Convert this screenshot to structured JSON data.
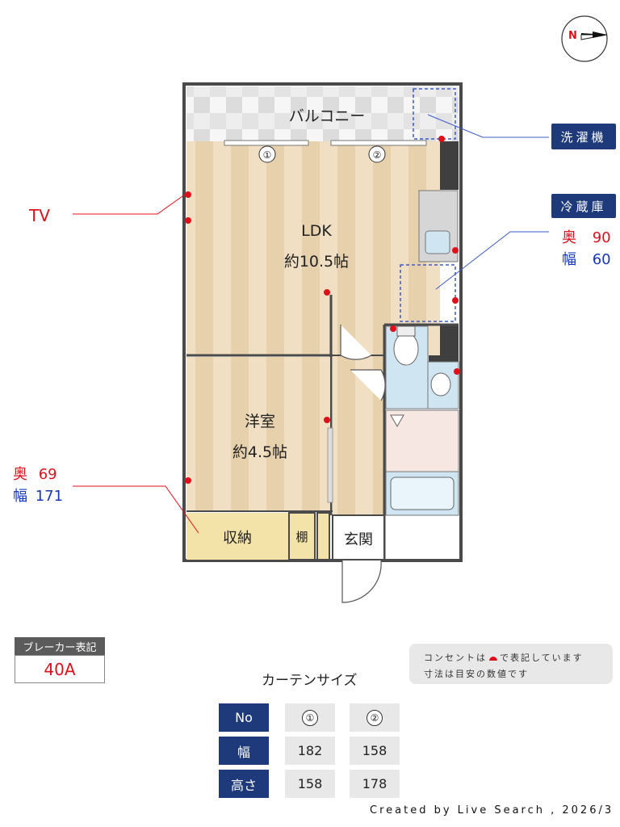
{
  "compass": {
    "letter": "N",
    "icon": "north-arrow-icon"
  },
  "rooms": {
    "balcony": "バルコニー",
    "ldk_name": "LDK",
    "ldk_size": "約10.5帖",
    "western_name": "洋室",
    "western_size": "約4.5帖",
    "storage": "収納",
    "shelf": "棚",
    "entrance": "玄関"
  },
  "window_markers": [
    "①",
    "②"
  ],
  "callouts": {
    "washer": "洗濯機",
    "fridge": "冷蔵庫",
    "fridge_depth_label": "奥",
    "fridge_depth_value": "90",
    "fridge_width_label": "幅",
    "fridge_width_value": "60",
    "tv": "TV",
    "storage_depth_label": "奥",
    "storage_depth_value": "69",
    "storage_width_label": "幅",
    "storage_width_value": "171"
  },
  "breaker": {
    "label": "ブレーカー表記",
    "value": "40A"
  },
  "notes": {
    "line1": "コンセントは",
    "line1_end": "で表記しています",
    "line2": "寸法は目安の数値です"
  },
  "curtain": {
    "title": "カーテンサイズ",
    "header_no": "No",
    "header_width": "幅",
    "header_height": "高さ",
    "columns": [
      {
        "no": "①",
        "width": "182",
        "height": "158"
      },
      {
        "no": "②",
        "width": "158",
        "height": "178"
      }
    ]
  },
  "footer": "Created by Live Search , 2026/3",
  "colors": {
    "accent": "#1e3a7a",
    "outlet_red": "#e0101b",
    "wall": "#4a4a4a",
    "floor_wood": "#efdcbd",
    "wet_area": "#cfe6f2",
    "storage_floor": "#f4e3a8"
  }
}
